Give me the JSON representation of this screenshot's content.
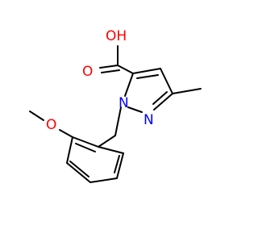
{
  "molecule": {
    "labels": {
      "hydroxyl": "OH",
      "carbonyl_oxygen": "O",
      "ring_nitrogen_1": "N",
      "ring_nitrogen_2": "N",
      "methoxy_oxygen": "O"
    },
    "colors": {
      "bond": "#000000",
      "oxygen": "#ff0000",
      "nitrogen": "#0000ff",
      "background": "#ffffff"
    }
  }
}
